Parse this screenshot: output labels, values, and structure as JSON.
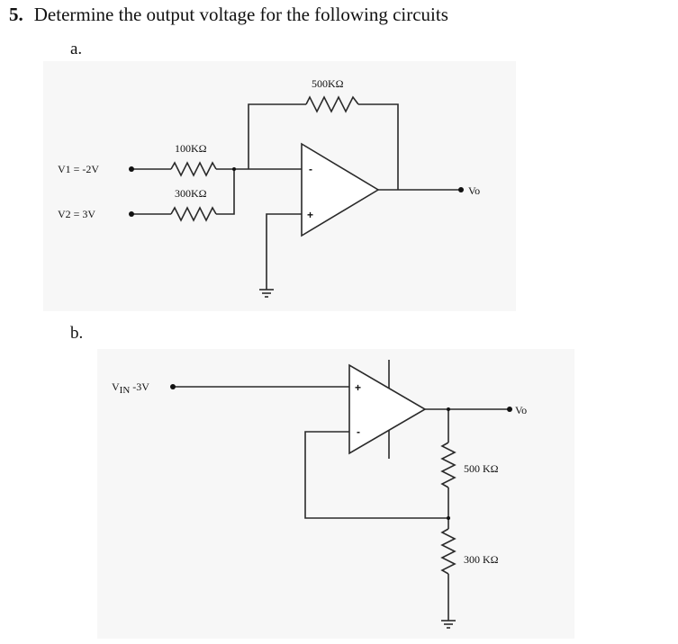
{
  "question": {
    "number": "5.",
    "text": "Determine the output voltage for the following circuits"
  },
  "part_a": {
    "label": "a.",
    "feedback_resistor": "500KΩ",
    "r1": "100KΩ",
    "r2": "300KΩ",
    "v1": "V1 = -2V",
    "v2": "V2 = 3V",
    "output": "Vo",
    "inverting_sign": "-",
    "noninverting_sign": "+"
  },
  "part_b": {
    "label": "b.",
    "vin_main": "V",
    "vin_sub": "IN",
    "vin_value": " -3V",
    "output": "Vo",
    "r_top": "500 KΩ",
    "r_bottom": "300 KΩ",
    "noninverting_sign": "+",
    "inverting_sign": "-"
  },
  "colors": {
    "wire": "#2a2a2a",
    "text": "#111111",
    "panel": "#f7f7f7"
  }
}
